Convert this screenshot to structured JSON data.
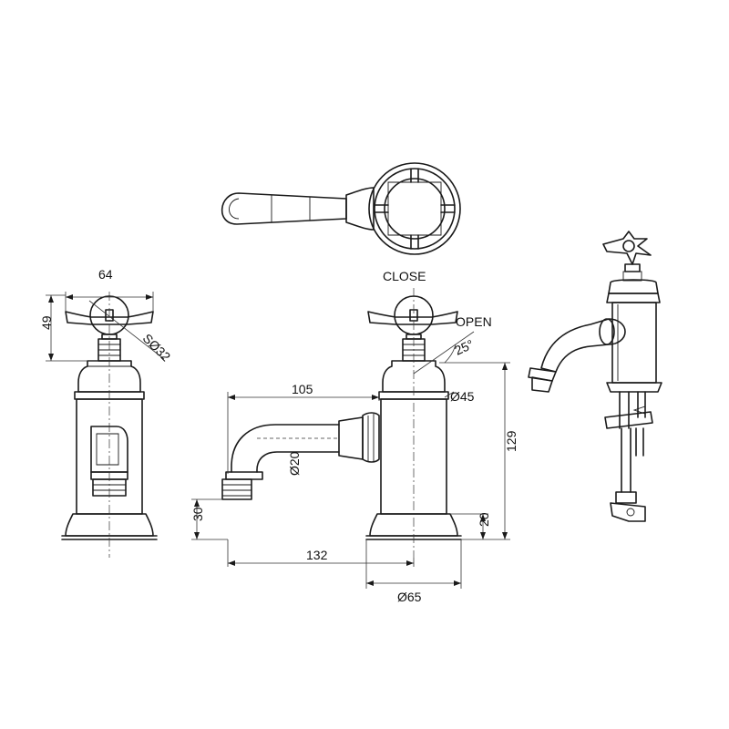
{
  "labels": {
    "close": "CLOSE",
    "open": "OPEN",
    "angle": "25°"
  },
  "dimensions": {
    "width_handle": "64",
    "height_handle": "49",
    "sphere": "SØ32",
    "spout_reach": "105",
    "body_dia": "Ø45",
    "spout_dia": "Ø20",
    "total_height": "129",
    "spout_height": "30",
    "base_height": "20",
    "total_length": "132",
    "base_dia": "Ø65"
  }
}
